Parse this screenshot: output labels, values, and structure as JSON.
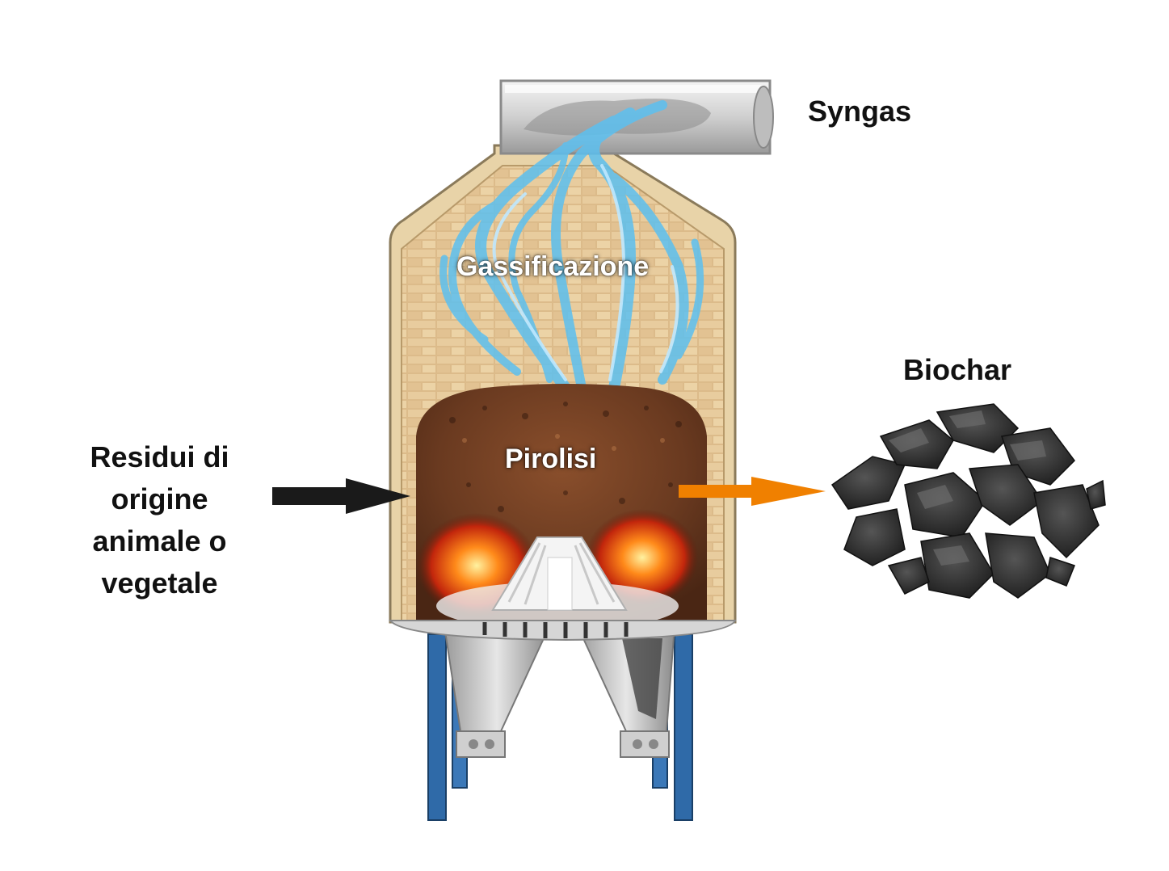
{
  "labels": {
    "syngas": "Syngas",
    "gasification": "Gassificazione",
    "pyrolysis": "Pirolisi",
    "biochar": "Biochar",
    "input_lines": [
      "Residui di",
      "origine",
      "animale o",
      "vegetale"
    ]
  },
  "colors": {
    "input_arrow": "#1a1a1a",
    "output_arrow": "#f08000",
    "flame_blue": "#4ab0e8",
    "brick": "#d8b786",
    "char": "#3a3a3a",
    "legs": "#2f6aa8"
  }
}
